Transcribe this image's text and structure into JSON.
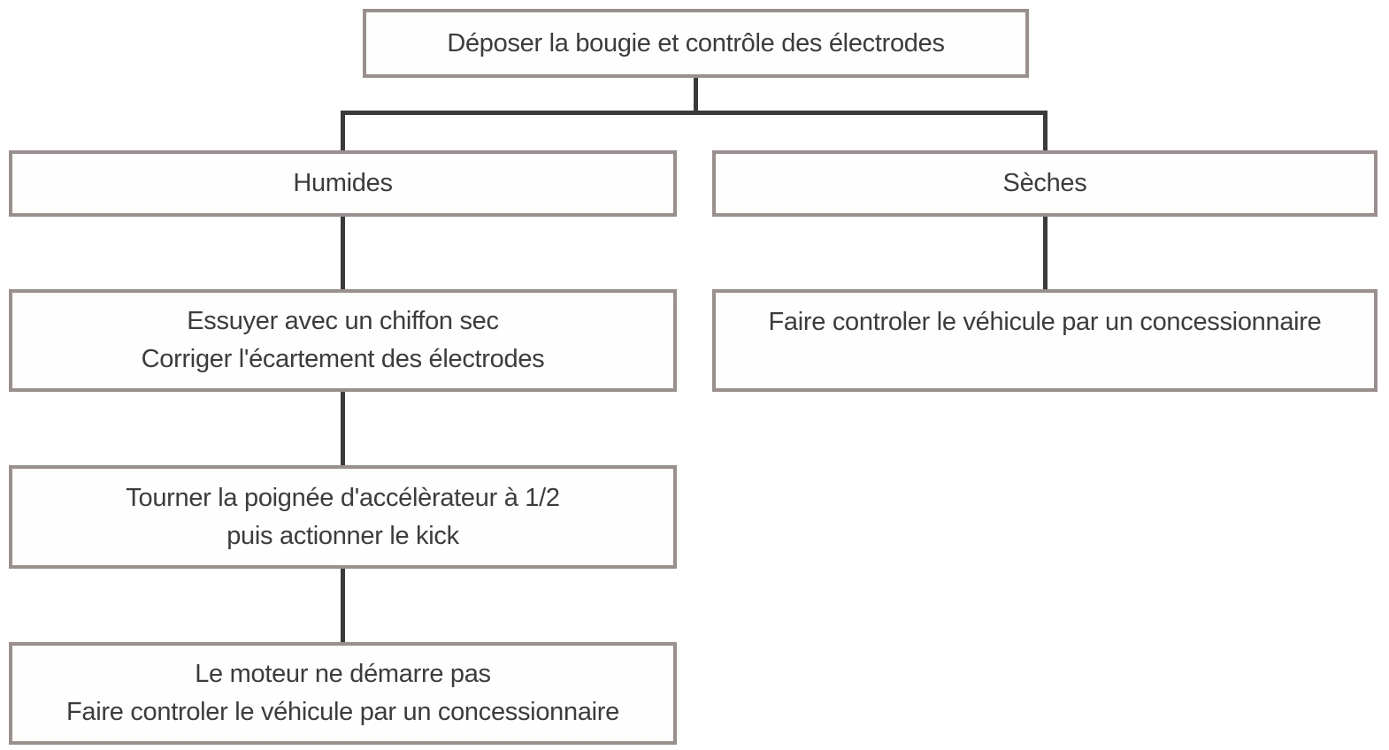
{
  "diagram": {
    "type": "flowchart",
    "colors": {
      "box_border": "#9a8f8c",
      "connector": "#3a3a3a",
      "text": "#3c3c3c",
      "background": "#ffffff"
    },
    "nodes": [
      {
        "id": "deposer-bougie",
        "lines": [
          "Déposer la bougie et contrôle des électrodes"
        ]
      },
      {
        "id": "humides",
        "lines": [
          "Humides"
        ]
      },
      {
        "id": "seches",
        "lines": [
          "Sèches"
        ]
      },
      {
        "id": "essuyer",
        "lines": [
          "Essuyer avec un chiffon sec",
          "Corriger l'écartement des électrodes"
        ]
      },
      {
        "id": "faire-controler-droite",
        "lines": [
          "Faire controler le véhicule par un concessionnaire"
        ]
      },
      {
        "id": "tourner-poignee",
        "lines": [
          "Tourner la poignée d'accélèrateur à 1/2",
          "puis actionner le kick"
        ]
      },
      {
        "id": "moteur-ne-demarre-pas",
        "lines": [
          "Le moteur ne démarre pas",
          "Faire controler le véhicule par un concessionnaire"
        ]
      }
    ],
    "edges": [
      {
        "from": "deposer-bougie",
        "to": "humides"
      },
      {
        "from": "deposer-bougie",
        "to": "seches"
      },
      {
        "from": "humides",
        "to": "essuyer"
      },
      {
        "from": "seches",
        "to": "faire-controler-droite"
      },
      {
        "from": "essuyer",
        "to": "tourner-poignee"
      },
      {
        "from": "tourner-poignee",
        "to": "moteur-ne-demarre-pas"
      }
    ]
  }
}
